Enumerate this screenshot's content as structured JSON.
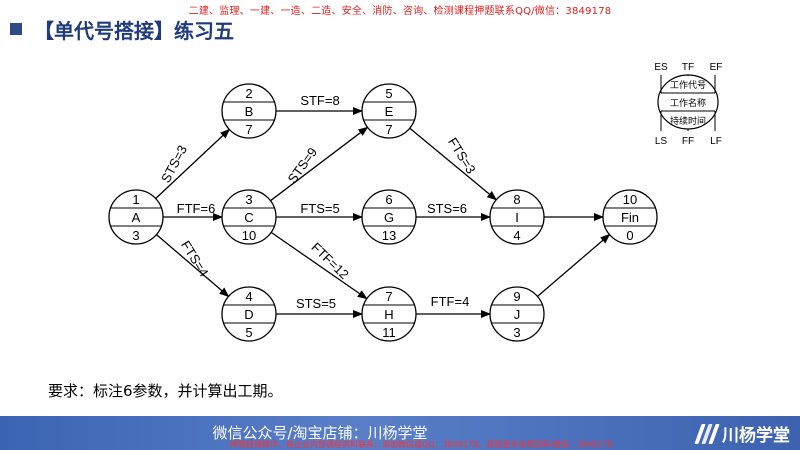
{
  "banner": "二建、监理、一建、一造、二造、安全、消防、咨询、检测课程押题联系QQ/微信：3849178",
  "title": "【单代号搭接】练习五",
  "nodes": [
    {
      "id": "A",
      "top": "1",
      "name": "A",
      "bottom": "3"
    },
    {
      "id": "B",
      "top": "2",
      "name": "B",
      "bottom": "7"
    },
    {
      "id": "C",
      "top": "3",
      "name": "C",
      "bottom": "10"
    },
    {
      "id": "D",
      "top": "4",
      "name": "D",
      "bottom": "5"
    },
    {
      "id": "E",
      "top": "5",
      "name": "E",
      "bottom": "7"
    },
    {
      "id": "G",
      "top": "6",
      "name": "G",
      "bottom": "13"
    },
    {
      "id": "H",
      "top": "7",
      "name": "H",
      "bottom": "11"
    },
    {
      "id": "I",
      "top": "8",
      "name": "I",
      "bottom": "4"
    },
    {
      "id": "J",
      "top": "9",
      "name": "J",
      "bottom": "3"
    },
    {
      "id": "Fin",
      "top": "10",
      "name": "Fin",
      "bottom": "0"
    }
  ],
  "edges": [
    {
      "from": "A",
      "to": "B",
      "label": "STS=3"
    },
    {
      "from": "A",
      "to": "C",
      "label": "FTF=6"
    },
    {
      "from": "A",
      "to": "D",
      "label": "FTS=4"
    },
    {
      "from": "B",
      "to": "E",
      "label": "STF=8"
    },
    {
      "from": "C",
      "to": "E",
      "label": "STS=9"
    },
    {
      "from": "C",
      "to": "G",
      "label": "FTS=5"
    },
    {
      "from": "C",
      "to": "H",
      "label": "FTF=12"
    },
    {
      "from": "D",
      "to": "H",
      "label": "STS=5"
    },
    {
      "from": "E",
      "to": "I",
      "label": "FTS=3"
    },
    {
      "from": "G",
      "to": "I",
      "label": "STS=6"
    },
    {
      "from": "H",
      "to": "J",
      "label": "FTF=4"
    },
    {
      "from": "I",
      "to": "Fin",
      "label": ""
    },
    {
      "from": "J",
      "to": "Fin",
      "label": ""
    }
  ],
  "legend": {
    "es": "ES",
    "tf": "TF",
    "ef": "EF",
    "ls": "LS",
    "ff": "FF",
    "lf": "LF",
    "code": "工作代号",
    "name": "工作名称",
    "duration": "持续时间"
  },
  "requirement": "要求：标注6参数，并计算出工期。",
  "footer": {
    "text": "微信公众号/淘宝店铺：川杨学堂",
    "red": "押题授课精华，各企业内部课程资料联系：添加微信或QQ：3849178，获取更多免费资料/微信：3849178",
    "logo": "川杨学堂"
  }
}
